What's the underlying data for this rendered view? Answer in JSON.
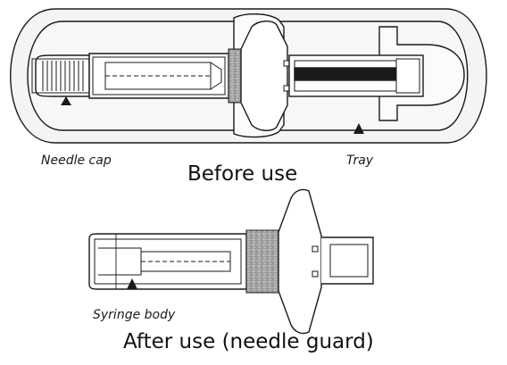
{
  "labels": {
    "needle_cap": "Needle cap",
    "tray": "Tray",
    "syringe_body": "Syringe body"
  },
  "captions": {
    "before": "Before use",
    "after": "After use (needle guard)"
  },
  "colors": {
    "stroke": "#1a1a1a",
    "tray_fill": "#f4f4f4",
    "label_band": "#8a8a8a",
    "plunger_rod": "#1a1a1a"
  }
}
